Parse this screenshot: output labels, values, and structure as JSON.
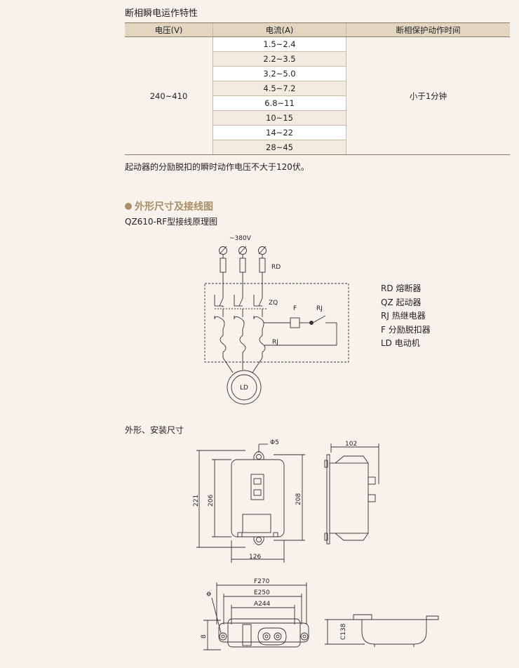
{
  "section1": {
    "title": "断相瞬电运作特性",
    "table": {
      "headers": [
        "电压(V)",
        "电流(A)",
        "断相保护动作时间"
      ],
      "voltage": "240~410",
      "currents": [
        "1.5~2.4",
        "2.2~3.5",
        "3.2~5.0",
        "4.5~7.2",
        "6.8~11",
        "10~15",
        "14~22",
        "28~45"
      ],
      "time": "小于1分钟"
    },
    "note": "起动器的分励脱扣的瞬时动作电压不大于120伏。"
  },
  "section2": {
    "heading": "外形尺寸及接线图",
    "subtitle": "QZ610-RF型接线原理图",
    "diagram_labels": {
      "voltage": "~380V",
      "rd": "RD",
      "zq": "ZQ",
      "f": "F",
      "rj_top": "RJ",
      "rj_mid": "RJ",
      "motor": "LD"
    },
    "legend": [
      "RD 熔断器",
      "QZ 起动器",
      "RJ 热继电器",
      "F 分励脱扣器",
      "LD 电动机"
    ]
  },
  "section3": {
    "title": "外形、安装尺寸",
    "dims": {
      "hole": "Φ5",
      "h221": "221",
      "h206": "206",
      "h208": "208",
      "w126": "126",
      "d102": "102",
      "f270": "F270",
      "e250": "E250",
      "a244": "A244",
      "phi": "Φ",
      "v8": "8",
      "c138": "C138"
    }
  },
  "colors": {
    "header_bg": "#e2d6c1",
    "accent": "#a88e6a",
    "page_bg": "#f7f3ec"
  }
}
